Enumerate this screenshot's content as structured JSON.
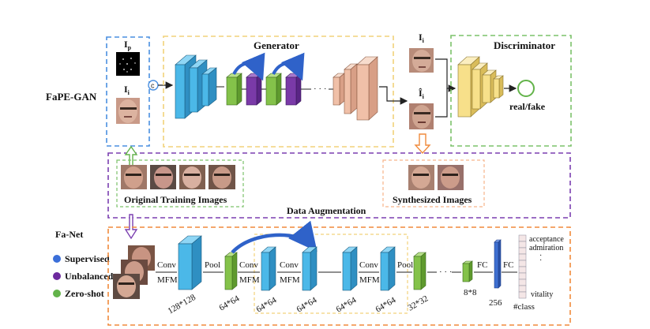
{
  "title_fape": "FaPE-GAN",
  "title_fanet": "Fa-Net",
  "gan": {
    "ip_label": "I",
    "ip_sub": "p",
    "ii_label": "I",
    "ii_sub": "i",
    "concat": "c",
    "generator": "Generator",
    "ellipsis": "· · ·",
    "real_label": "I",
    "real_sub": "i",
    "fake_label": "Î",
    "fake_sub": "i",
    "discriminator": "Discriminator",
    "output": "real/fake"
  },
  "augmentation": {
    "original": "Original Training Images",
    "synthesized": "Synthesized Images",
    "title": "Data Augmentation"
  },
  "legend": [
    {
      "label": "Supervised",
      "color": "#3b6fd9"
    },
    {
      "label": "Unbalanced",
      "color": "#6d2a9e"
    },
    {
      "label": "Zero-shot",
      "color": "#63b34a"
    }
  ],
  "fanet": {
    "conv": "Conv",
    "mfm": "MFM",
    "pool": "Pool",
    "fc": "FC",
    "ellipsis": "· · ·",
    "sizes": [
      "128*128",
      "64*64",
      "64*64",
      "64*64",
      "64*64",
      "64*64",
      "32*32",
      "8*8",
      "256",
      "#class"
    ],
    "classes": [
      "acceptance",
      "admiration",
      "·",
      "·",
      "vitality"
    ]
  },
  "colors": {
    "blue_border": "#4a8fe0",
    "green_border": "#7cc26a",
    "yellow_border": "#f2d27a",
    "purple_border": "#7b3fb0",
    "orange_border": "#f08a3c",
    "cube_blue": "#4bb8e8",
    "cube_green": "#84c24a",
    "cube_purple": "#7a3aa8",
    "cube_peach": "#f0c0a8",
    "cube_yellow": "#f7e08a",
    "fc_blue": "#3e6fd0"
  }
}
